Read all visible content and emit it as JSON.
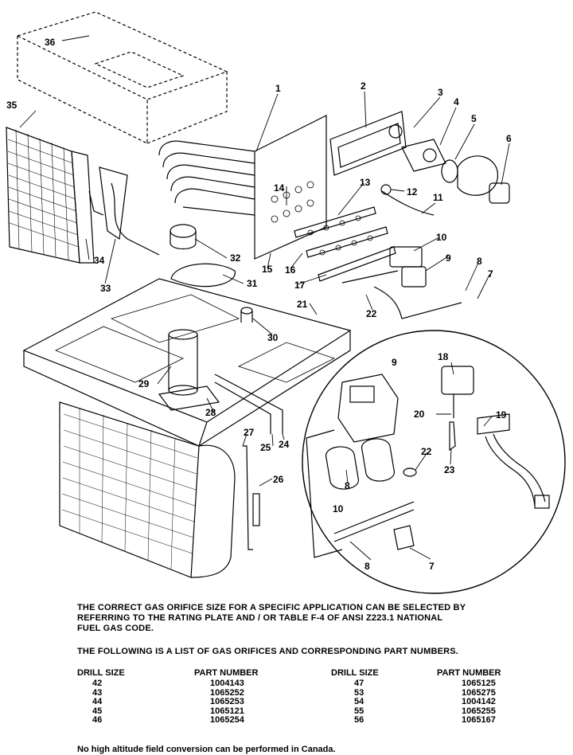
{
  "callouts": [
    "1",
    "2",
    "3",
    "4",
    "5",
    "6",
    "7",
    "8",
    "9",
    "10",
    "11",
    "12",
    "13",
    "14",
    "15",
    "16",
    "17",
    "18",
    "19",
    "20",
    "21",
    "22",
    "23",
    "24",
    "25",
    "26",
    "27",
    "28",
    "29",
    "30",
    "31",
    "32",
    "33",
    "34",
    "35",
    "36"
  ],
  "inset_callouts": [
    "9",
    "18",
    "19",
    "20",
    "22",
    "23",
    "10",
    "8",
    "7"
  ],
  "note_lines": [
    "THE CORRECT GAS ORIFICE SIZE FOR A SPECIFIC APPLICATION CAN BE SELECTED BY",
    "REFERRING TO THE RATING PLATE AND / OR TABLE F-4 OF ANSI Z223.1 NATIONAL",
    "FUEL GAS CODE."
  ],
  "list_intro": "THE FOLLOWING IS A LIST OF GAS ORIFICES AND CORRESPONDING PART NUMBERS.",
  "table": {
    "headers": {
      "drill_size": "DRILL SIZE",
      "part_number": "PART NUMBER"
    },
    "left": {
      "drill": [
        "42",
        "43",
        "44",
        "45",
        "46"
      ],
      "part": [
        "1004143",
        "1065252",
        "1065253",
        "1065121",
        "1065254"
      ]
    },
    "right": {
      "drill": [
        "47",
        "53",
        "54",
        "55",
        "56"
      ],
      "part": [
        "1065125",
        "1065275",
        "1004142",
        "1065255",
        "1065167"
      ]
    }
  },
  "footer": "No high altitude field conversion can be performed in Canada."
}
